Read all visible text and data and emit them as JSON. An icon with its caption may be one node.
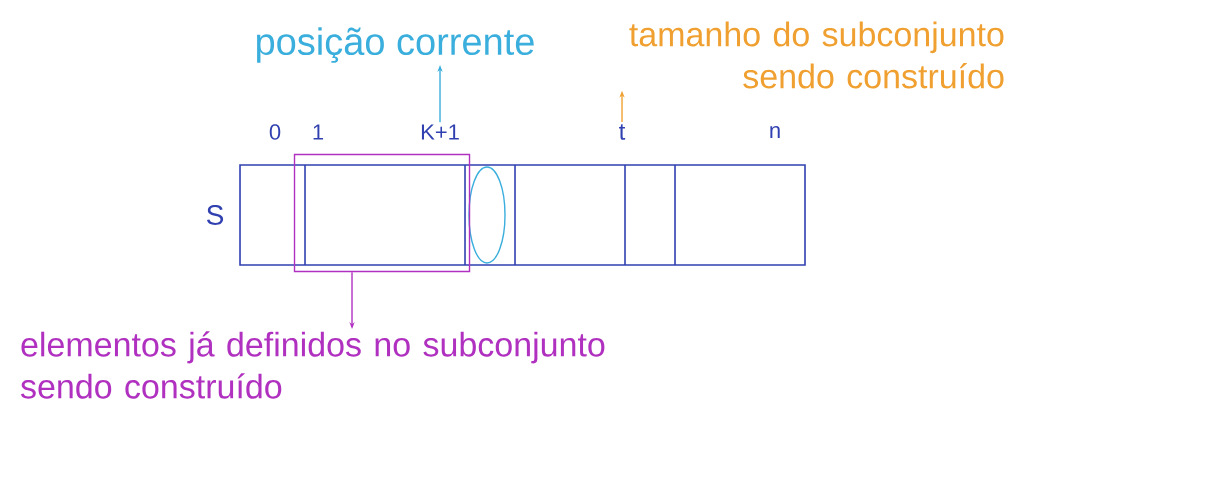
{
  "diagram": {
    "nodes": [
      {
        "text": [
          "posição corrente"
        ]
      },
      {
        "text": [
          "tamanho do subconjunto sendo construído"
        ]
      },
      {
        "text": [
          "K+1"
        ]
      },
      {
        "text": [
          "t"
        ]
      },
      {
        "text": [],
        "shape": "box"
      },
      {
        "text": [
          "elementos já definidos no subconjunto sendo construído"
        ]
      }
    ],
    "edges": [
      {
        "from": 2,
        "to": 0,
        "arrow": "to",
        "color": "#3aaedc"
      },
      {
        "from": 3,
        "to": 1,
        "arrow": "to",
        "color": "#f0a030"
      },
      {
        "from": 4,
        "to": 5,
        "arrow": "to",
        "color": "#b030c0"
      }
    ],
    "labels": [
      "0",
      "1",
      "n",
      "S"
    ]
  }
}
